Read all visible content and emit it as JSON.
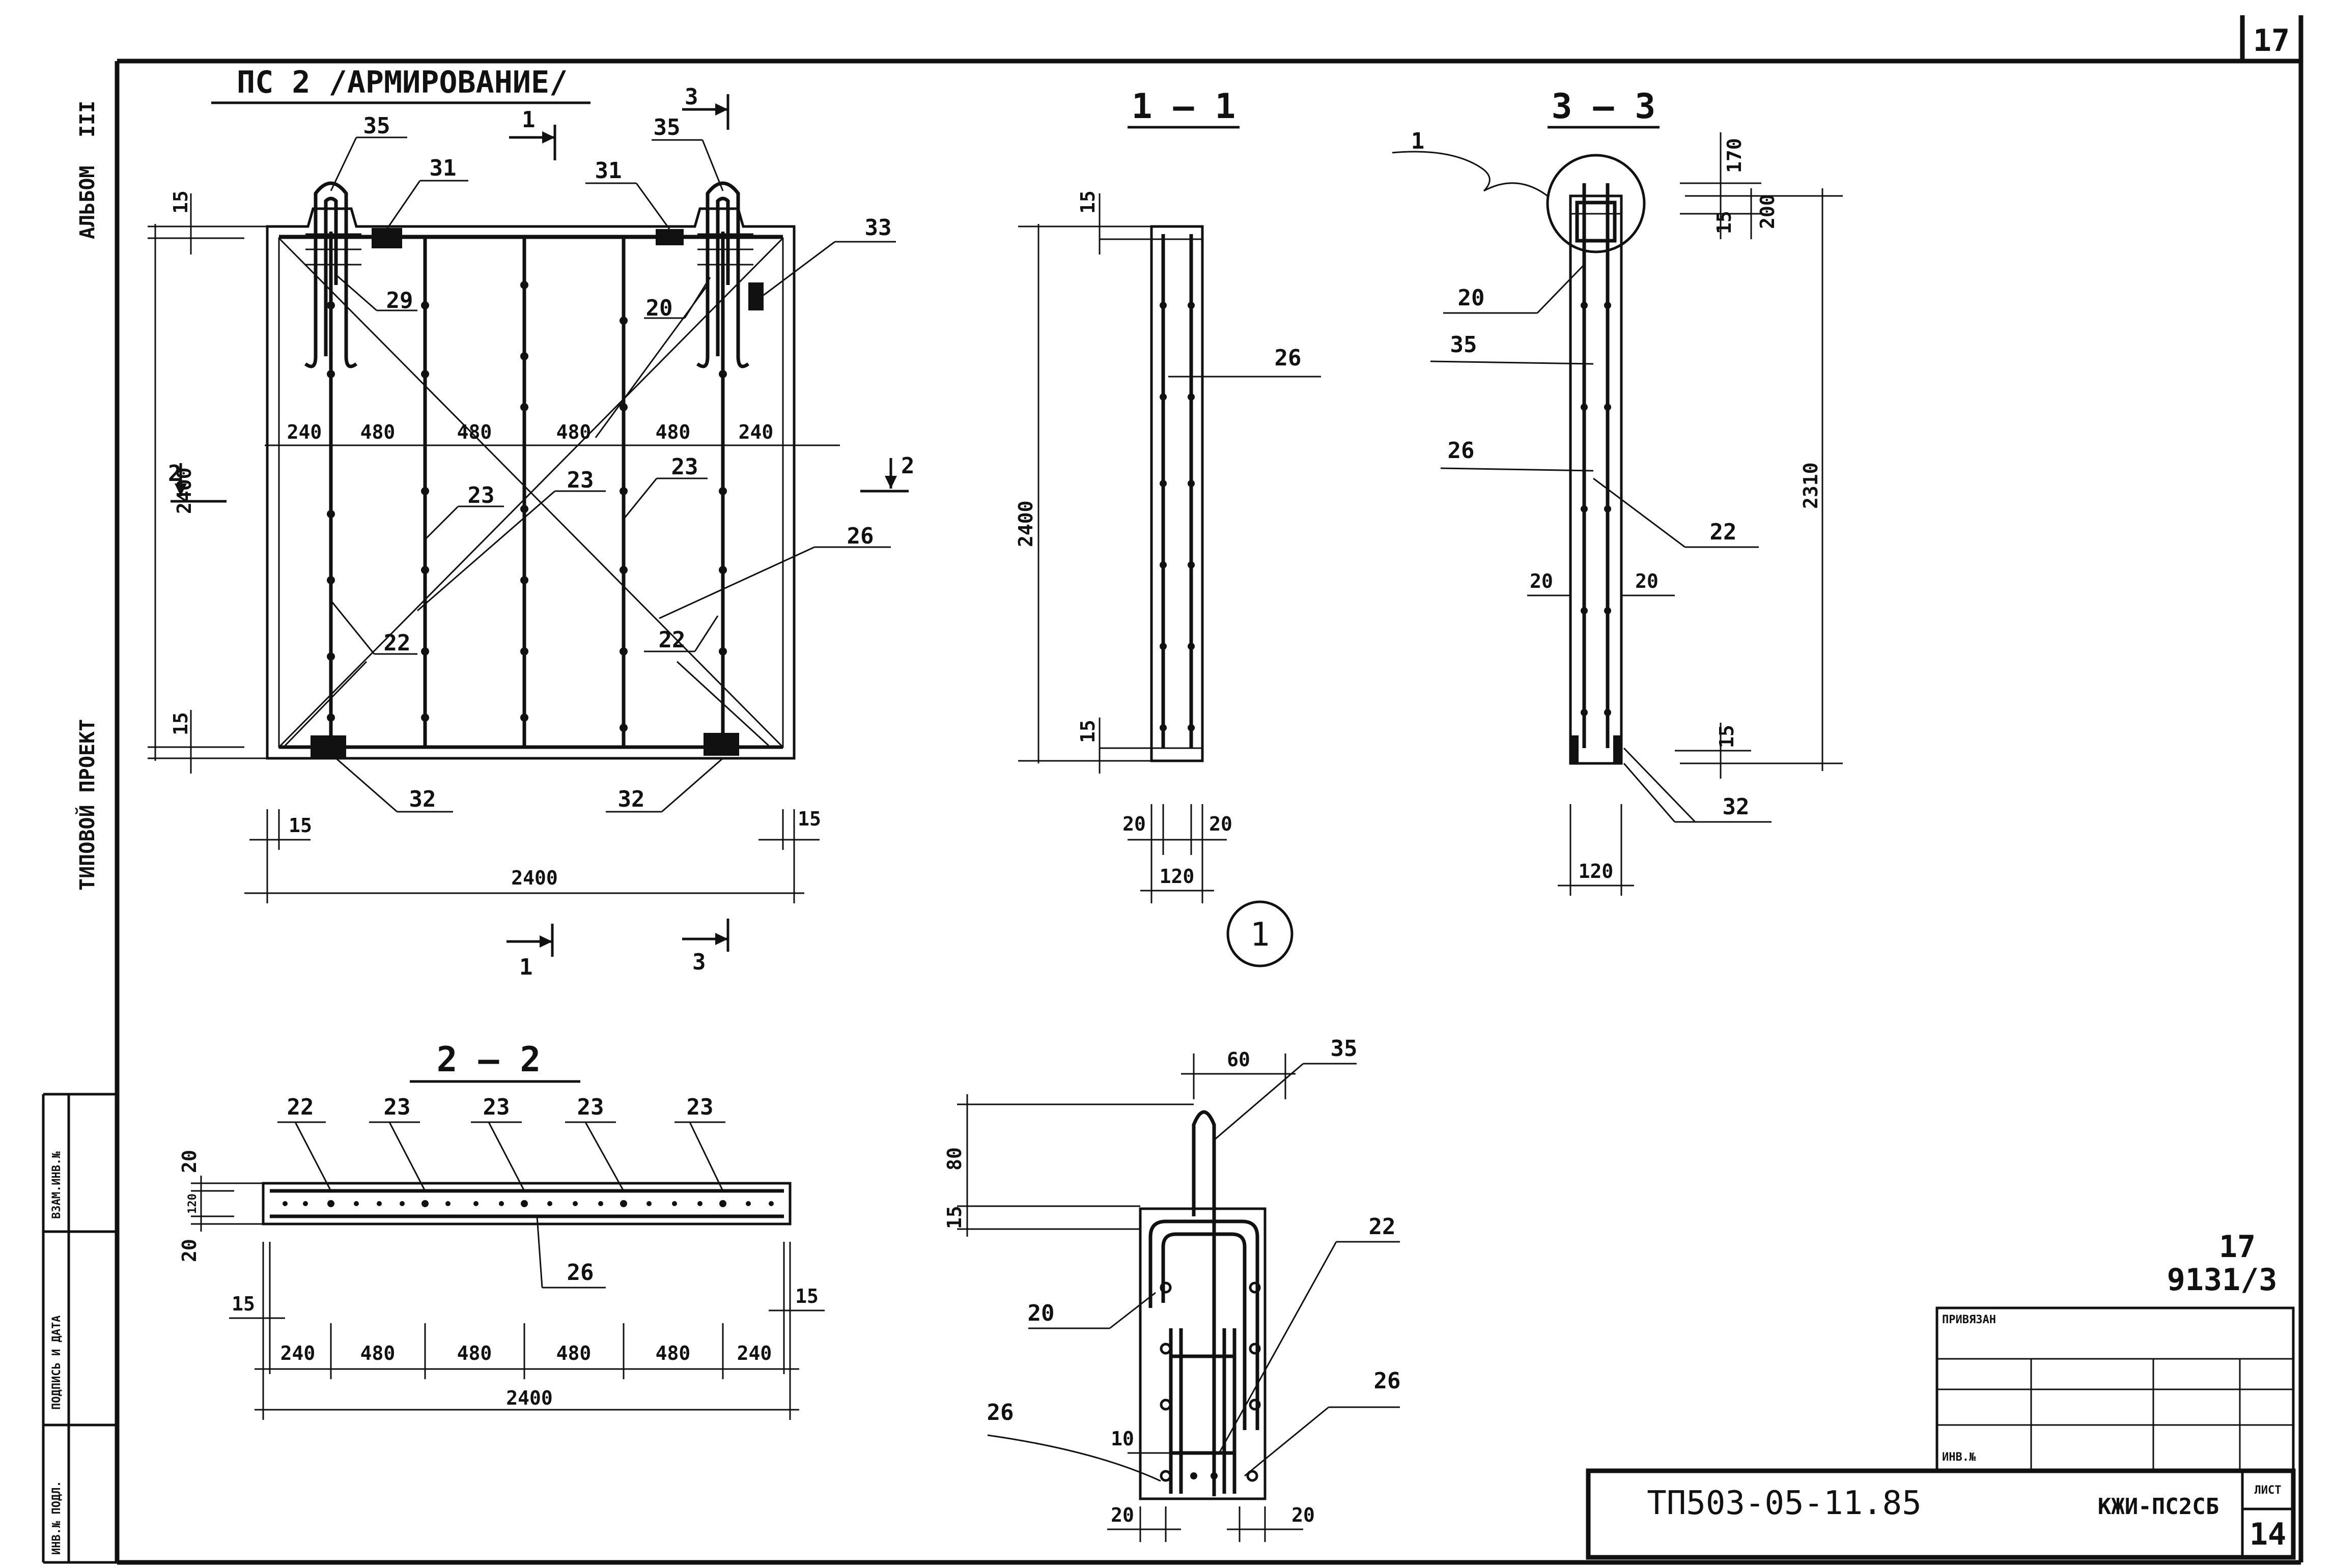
{
  "sheet_corner_number": "17",
  "side_texts": [
    "АЛЬБОМ",
    "ТИПОВОЙ ПРОЕКТ"
  ],
  "album_number": "III",
  "stamp_side": [
    "ИНВ.№ ПОДЛ.",
    "ПОДПИСЬ И ДАТА",
    "ВЗАМ.ИНВ.№"
  ],
  "view_title": "ПС 2 /АРМИРОВАНИЕ/",
  "sections": {
    "s11": "1 — 1",
    "s33": "3 — 3",
    "s22": "2 — 2"
  },
  "section_marks": {
    "one": "1",
    "two": "2",
    "three": "3"
  },
  "node_marker": "1",
  "main_view": {
    "marks": {
      "m35a": "35",
      "m35b": "35",
      "m31a": "31",
      "m31b": "31",
      "m33": "33",
      "m29": "29",
      "m20": "20",
      "m23a": "23",
      "m23b": "23",
      "m23c": "23",
      "m22a": "22",
      "m22b": "22",
      "m26": "26",
      "m32a": "32",
      "m32b": "32"
    },
    "spacing": [
      "240",
      "480",
      "480",
      "480",
      "480",
      "240"
    ],
    "height": "2400",
    "width": "2400",
    "cover": "15"
  },
  "view_11": {
    "mark": "26",
    "height": "2400",
    "cover": "15",
    "side": "20",
    "thickness": "120"
  },
  "view_33": {
    "marks": {
      "node": "1",
      "m20": "20",
      "m35": "35",
      "m26": "26",
      "m22": "22",
      "m32": "32"
    },
    "top1": "170",
    "top2": "200",
    "height": "2310",
    "cover": "15",
    "side": "20",
    "thickness": "120"
  },
  "view_22": {
    "marks": [
      "22",
      "23",
      "23",
      "23",
      "23"
    ],
    "m26": "26",
    "spacing": [
      "240",
      "480",
      "480",
      "480",
      "480",
      "240"
    ],
    "total": "2400",
    "side": "20",
    "thickness": "120",
    "cover": "15"
  },
  "detail": {
    "m35": "35",
    "m22": "22",
    "m20": "20",
    "m26a": "26",
    "m26b": "26",
    "d60": "60",
    "d80": "80",
    "d15": "15",
    "d10": "10",
    "d20": "20"
  },
  "sheet_ref": {
    "line1": "17",
    "line2": "9131/3"
  },
  "title_block": {
    "attached_label": "ПРИВЯЗАН",
    "inv_label": "ИНВ.№",
    "project_code": "ТП503-05-11.85",
    "doc_code": "КЖИ-ПС2СБ",
    "sheet_label": "ЛИСТ",
    "sheet_number": "14"
  }
}
